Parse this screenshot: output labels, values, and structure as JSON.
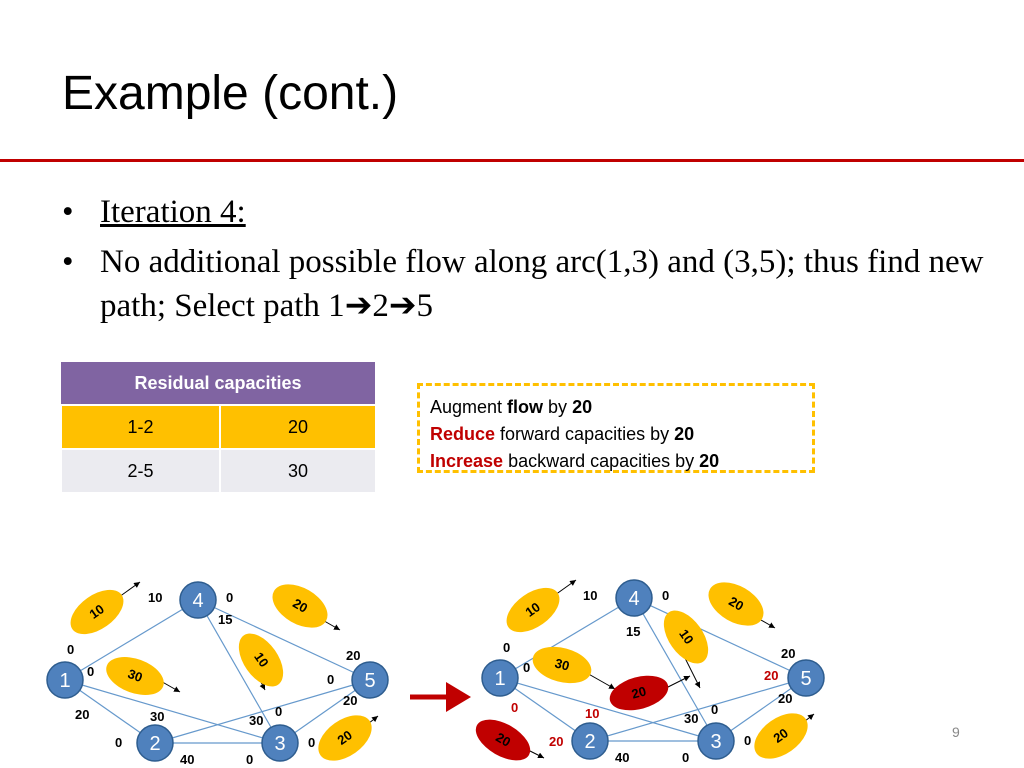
{
  "slide": {
    "title": "Example (cont.)",
    "page_number": "9"
  },
  "bullets": [
    {
      "text": "Iteration 4:"
    },
    {
      "text": "No additional possible flow along arc(1,3) and (3,5); thus find new path; Select path 1",
      "arrow_seq": [
        "2",
        "5"
      ]
    }
  ],
  "table": {
    "header": "Residual  capacities",
    "rows": [
      [
        "1-2",
        "20"
      ],
      [
        "2-5",
        "30"
      ]
    ]
  },
  "note": {
    "line1_a": "Augment ",
    "line1_b": "flow",
    "line1_c": " by ",
    "line1_d": "20",
    "line2_a": "Reduce",
    "line2_b": " forward capacities by ",
    "line2_c": "20",
    "line3_a": "Increase",
    "line3_b": " backward capacities by ",
    "line3_c": "20"
  },
  "colors": {
    "accent_red": "#c00000",
    "node_blue": "#4f81bd",
    "edge_blue": "#6699cc",
    "oval_yellow": "#ffc000",
    "table_header": "#8064a2",
    "box_border": "#ffc000"
  },
  "left_graph": {
    "nodes": [
      "1",
      "2",
      "3",
      "4",
      "5"
    ],
    "ovals": [
      "10",
      "20",
      "10",
      "30",
      "20"
    ],
    "edge_labels": [
      "10",
      "0",
      "15",
      "0",
      "20",
      "0",
      "0",
      "20",
      "30",
      "30",
      "0",
      "20",
      "0",
      "0",
      "40",
      "0"
    ]
  },
  "right_graph": {
    "nodes": [
      "1",
      "2",
      "3",
      "4",
      "5"
    ],
    "ovals": [
      "10",
      "20",
      "10",
      "30",
      "20",
      "20",
      "20"
    ],
    "edge_labels": [
      "10",
      "0",
      "15",
      "0",
      "20",
      "0",
      "20",
      "0",
      "10",
      "20",
      "30",
      "0",
      "20",
      "0",
      "40",
      "0"
    ]
  },
  "arrow_icon": "right-arrow-icon"
}
